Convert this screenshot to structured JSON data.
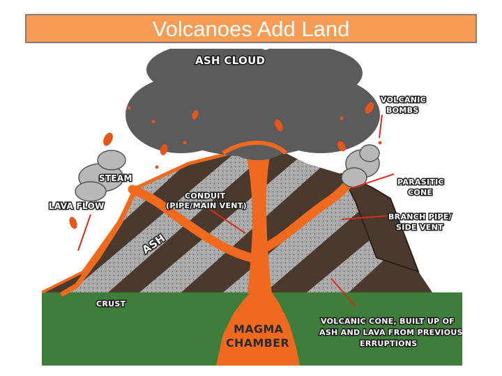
{
  "title": "Volcanoes Add Land",
  "labels": {
    "ash_cloud": "ASH CLOUD",
    "volcanic_bombs_1": "VOLCANIC",
    "volcanic_bombs_2": "BOMBS",
    "steam": "STEAM",
    "lava_flow": "LAVA FLOW",
    "conduit_1": "CONDUIT",
    "conduit_2": "(PIPE/MAIN VENT)",
    "parasitic_cone_1": "PARASITIC",
    "parasitic_cone_2": "CONE",
    "branch_pipe_1": "BRANCH PIPE/",
    "branch_pipe_2": "SIDE VENT",
    "ash": "ASH",
    "crust": "CRUST",
    "magma_chamber_1": "MAGMA",
    "magma_chamber_2": "CHAMBER",
    "volcanic_cone_1": "VOLCANIC CONE, BUILT UP OF",
    "volcanic_cone_2": "ASH AND LAVA FROM PREVIOUS",
    "volcanic_cone_3": "ERRUPTIONS"
  },
  "colors": {
    "title_bg": "#f79c55",
    "crust": "#3f7d3a",
    "magma": "#ef6a1e",
    "rock_brown": "#4a3a2d",
    "ash_grey": "#a6a6a6",
    "cloud": "#5b5b5b",
    "steam": "#b8b8b8"
  }
}
